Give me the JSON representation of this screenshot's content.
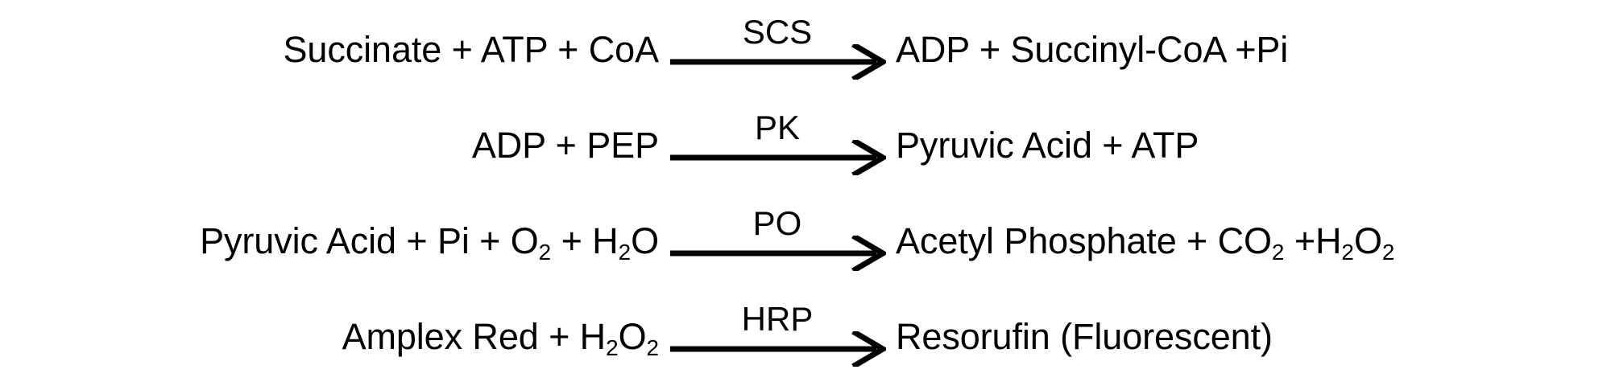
{
  "figure": {
    "name": "enzyme-coupled-reaction-cascade",
    "background_color": "#ffffff",
    "text_color": "#000000",
    "arrow_color": "#000000"
  },
  "reactions": [
    {
      "id": "reaction-1",
      "reactants_html": "Succinate + ATP + CoA",
      "enzyme": "SCS",
      "products_html": "ADP + Succinyl-CoA +Pi"
    },
    {
      "id": "reaction-2",
      "reactants_html": "ADP + PEP",
      "enzyme": "PK",
      "products_html": "Pyruvic Acid + ATP"
    },
    {
      "id": "reaction-3",
      "reactants_html": "Pyruvic Acid + Pi + O<sub>2</sub> + H<sub>2</sub>O",
      "enzyme": "PO",
      "products_html": "Acetyl Phosphate + CO<sub>2</sub> +H<sub>2</sub>O<sub>2</sub>"
    },
    {
      "id": "reaction-4",
      "reactants_html": "Amplex Red + H<sub>2</sub>O<sub>2</sub>",
      "enzyme": "HRP",
      "products_html": "Resorufin (Fluorescent)"
    }
  ]
}
